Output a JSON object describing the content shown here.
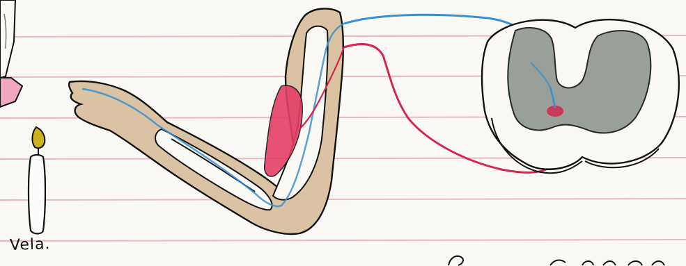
{
  "diagram": {
    "labels": {
      "candle": "Vela."
    },
    "colors": {
      "paper": "#fbf9f6",
      "rule_lines": "#e9b9c3",
      "skin": "#d9c3a3",
      "outline": "#111111",
      "nerve_sensory": "#3a8fd0",
      "nerve_motor": "#d3264f",
      "muscle": "#e43f68",
      "gray_matter": "#8f978f",
      "flame": "#c9b21e",
      "pink_object": "#f0a7c0"
    },
    "icons": {
      "candle": "candle-icon",
      "arm": "arm-drawing",
      "spinal_cord": "spinal-cord-cross-section",
      "sensory_nerve": "sensory-nerve-path",
      "motor_nerve": "motor-nerve-path"
    }
  }
}
